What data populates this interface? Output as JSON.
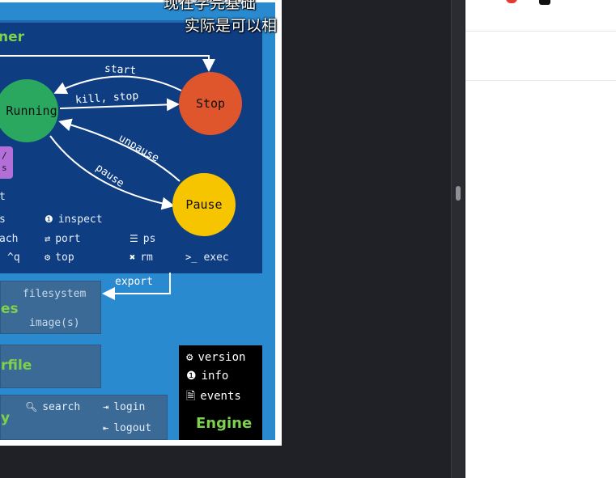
{
  "video": {
    "subtitle_line1": "现在学完基础",
    "subtitle_line2": "实际是可以相",
    "container_title": "ner",
    "states": {
      "running": "Running",
      "stop": "Stop",
      "pause": "Pause"
    },
    "arrows": {
      "start": "start",
      "kill_stop": "kill, stop",
      "unpause": "unpause",
      "pause": "pause"
    },
    "purple_tag_line1": "/",
    "purple_tag_line2": "s",
    "commands": {
      "row0_col0": "t",
      "row1_col0": "s",
      "row1_col1": "inspect",
      "row2_col0": "ach",
      "row2_col1": "port",
      "row2_col2": "ps",
      "row3_col0": "^q",
      "row3_col1": "top",
      "row3_col2": "rm",
      "row3_col3": "exec"
    },
    "export_label": "export",
    "images_title": "es",
    "images_filesystem": "filesystem",
    "images_images": "image(s)",
    "dockerfile_title": "rfile",
    "registry_title": "y",
    "registry_search": "search",
    "registry_login": "login",
    "registry_logout": "logout",
    "engine": {
      "version": "version",
      "info": "info",
      "events": "events",
      "title": "Engine"
    }
  },
  "colors": {
    "background": "#1f2126",
    "slide_blue": "#2a8ad0",
    "panel_navy": "#0e3d82",
    "running_green": "#2aa860",
    "stop_orange": "#e0562c",
    "pause_yellow": "#f7c400",
    "title_green": "#7ed14b",
    "purple_tag": "#b36ed8",
    "notification_red": "#e53935"
  }
}
